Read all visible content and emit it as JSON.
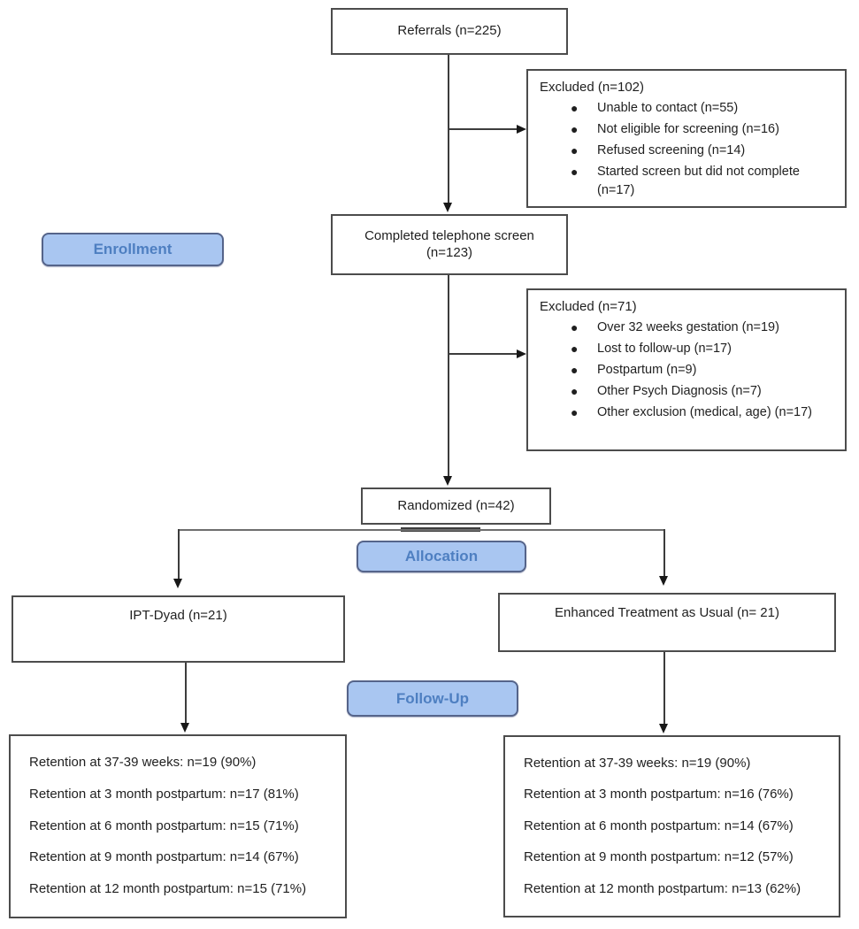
{
  "diagram": {
    "referrals": {
      "label": "Referrals (n=225)"
    },
    "excluded1": {
      "title": "Excluded (n=102)",
      "items": [
        "Unable to contact (n=55)",
        "Not eligible for screening (n=16)",
        "Refused screening (n=14)",
        "Started screen but did not complete (n=17)"
      ]
    },
    "badges": {
      "enrollment": "Enrollment",
      "allocation": "Allocation",
      "followup": "Follow-Up"
    },
    "completed": {
      "line1": "Completed telephone screen",
      "line2": "(n=123)"
    },
    "excluded2": {
      "title": "Excluded (n=71)",
      "items": [
        "Over 32 weeks gestation (n=19)",
        "Lost to follow-up (n=17)",
        "Postpartum (n=9)",
        "Other Psych Diagnosis (n=7)",
        "Other exclusion (medical, age) (n=17)"
      ]
    },
    "randomized": {
      "label": "Randomized (n=42)"
    },
    "arm_left": {
      "label": "IPT-Dyad (n=21)"
    },
    "arm_right": {
      "label": "Enhanced Treatment as Usual (n= 21)"
    },
    "retention_left": {
      "lines": [
        "Retention at 37-39 weeks: n=19 (90%)",
        "Retention at 3 month postpartum: n=17 (81%)",
        "Retention at 6 month postpartum: n=15 (71%)",
        "Retention at 9 month postpartum: n=14 (67%)",
        "Retention at 12 month postpartum: n=15 (71%)"
      ]
    },
    "retention_right": {
      "lines": [
        "Retention at 37-39 weeks: n=19 (90%)",
        "Retention at 3 month postpartum: n=16 (76%)",
        "Retention at 6 month postpartum: n=14 (67%)",
        "Retention at 9 month postpartum: n=12 (57%)",
        "Retention at 12 month postpartum: n=13 (62%)"
      ]
    },
    "colors": {
      "badge_fill": "#a9c6f1",
      "badge_border": "#55648a",
      "badge_text": "#4e7fc1",
      "box_border": "#4c4c4c",
      "text": "#1f1f1f",
      "connector": "#3c3c3c"
    }
  }
}
